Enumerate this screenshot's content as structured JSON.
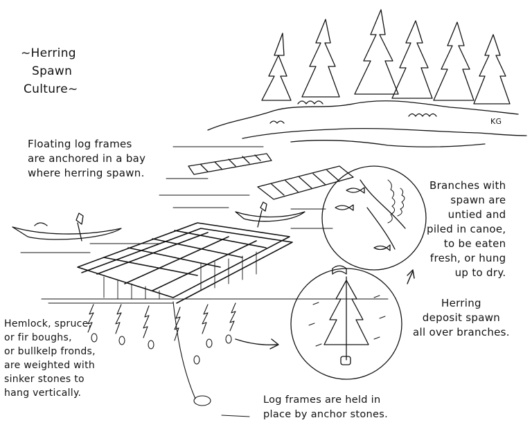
{
  "title": {
    "lines": [
      "~Herring",
      "Spawn",
      "Culture~"
    ]
  },
  "captions": {
    "floating": [
      "Floating log frames",
      "are anchored in a bay",
      "where herring spawn."
    ],
    "branches": [
      "Branches with",
      "spawn are",
      "untied and",
      "piled in canoe,",
      "to be eaten",
      "fresh, or hung",
      "up to dry."
    ],
    "herring": [
      "Herring",
      "deposit spawn",
      "all over branches."
    ],
    "hemlock": [
      "Hemlock, spruce,",
      "or fir boughs,",
      "or bullkelp fronds,",
      "are weighted with",
      "sinker stones to",
      "hang vertically."
    ],
    "anchor": [
      "Log frames are held in",
      "place by anchor stones."
    ]
  },
  "signature": "KG",
  "colors": {
    "ink": "#111111",
    "paper": "#ffffff"
  },
  "icons": [
    "tree-icon",
    "canoe-icon",
    "fish-icon",
    "stone-icon",
    "arrow-icon"
  ]
}
